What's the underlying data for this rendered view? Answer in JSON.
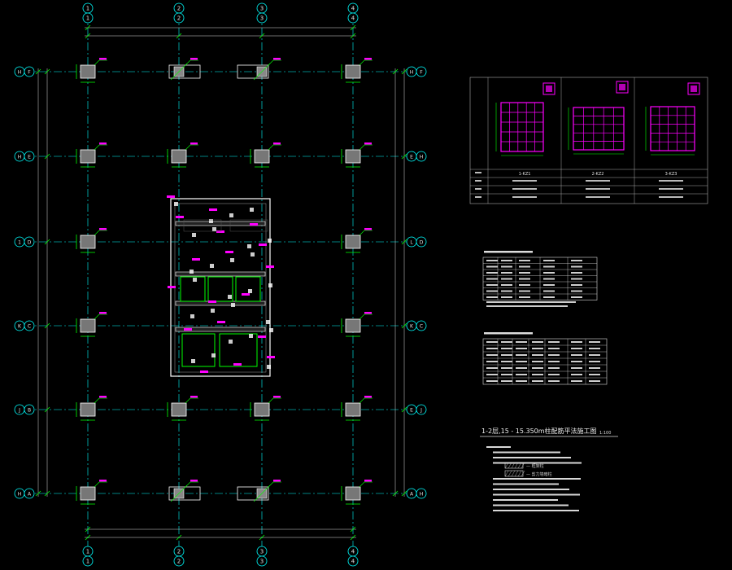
{
  "drawing": {
    "axis_labels_top": [
      "1",
      "2",
      "3",
      "4"
    ],
    "axis_labels_bottom": [
      "1",
      "2",
      "3",
      "4"
    ],
    "axis_labels_left": [
      "H F",
      "H E",
      "1 D",
      "K C",
      "J B",
      "H A"
    ],
    "axis_labels_right": [
      "H F",
      "E H",
      "L D",
      "K C",
      "E J",
      "A H"
    ],
    "column_tags": [
      "1-KZ1",
      "2-KZ2",
      "3-KZ3"
    ],
    "colors": {
      "background": "#000000",
      "axis": "#00ffff",
      "column": "#ffffff",
      "rebar": "#00ff00",
      "annotation": "#ff00ff",
      "text": "#e0e0e0"
    }
  },
  "section_table": {
    "headers": [
      "1-KZ1",
      "2-KZ2",
      "3-KZ3"
    ]
  },
  "notes": {
    "title": "1-2层,15 - 15.350m柱配筋平法施工图",
    "sheet_no": "1:100",
    "legend_hatch_1": "— 框架柱",
    "legend_hatch_2": "— 剪力墙暗柱"
  }
}
